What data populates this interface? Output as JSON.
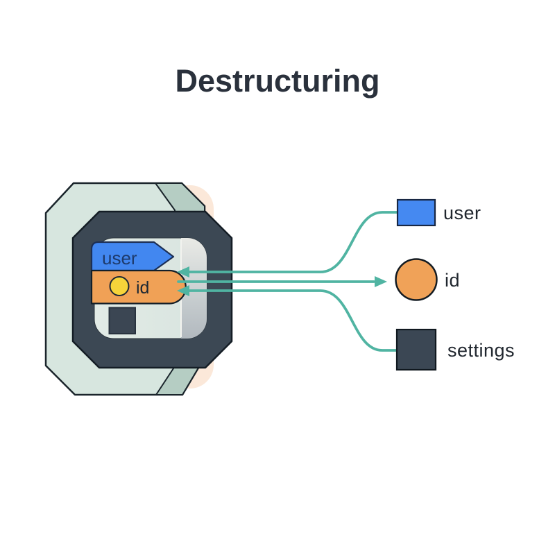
{
  "title": "Destructuring",
  "source_object": {
    "user_tab_label": "user",
    "id_pill_label": "id"
  },
  "destructured_items": [
    {
      "label": "user",
      "shape": "rectangle",
      "fill": "#4589f1"
    },
    {
      "label": "id",
      "shape": "circle",
      "fill": "#f0a258"
    },
    {
      "label": "settings",
      "shape": "square",
      "fill": "#3b4754"
    }
  ],
  "colors": {
    "connector_teal": "#50b4a2",
    "title_text": "#2a313c",
    "object_shell": "#3c4854",
    "object_plate": "#d7e6df",
    "object_plate_side": "#b5cdc3",
    "object_shadow": "#fbe8d9",
    "user_tab_blue": "#4287f0",
    "id_pill_orange": "#f0a156",
    "id_dot_yellow": "#f6d43a"
  }
}
